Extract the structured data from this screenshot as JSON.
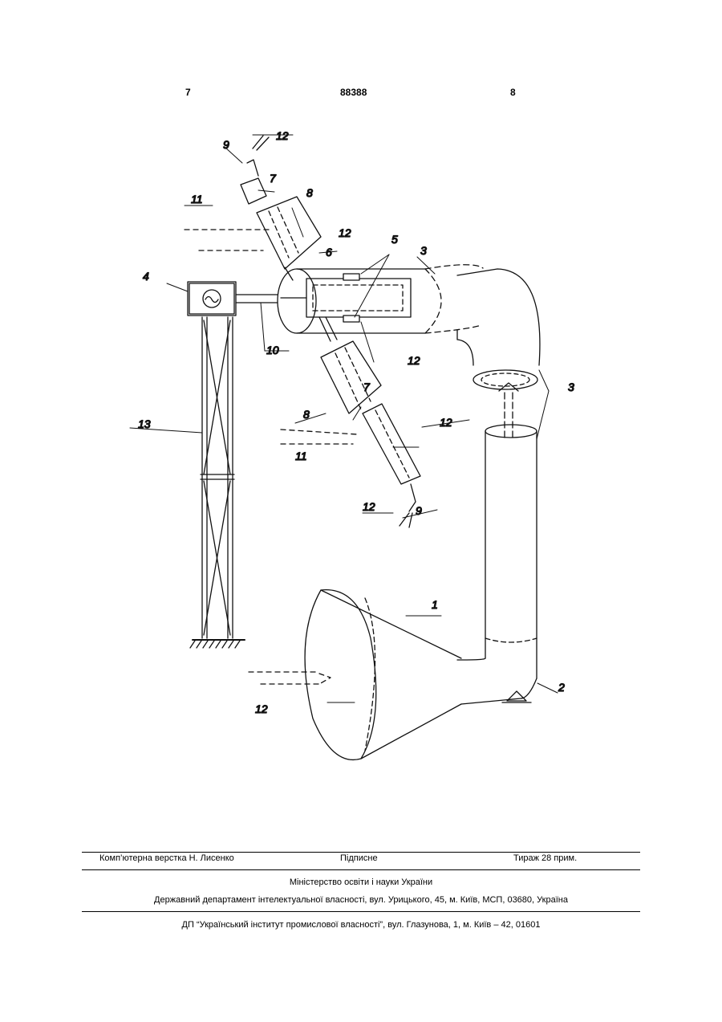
{
  "header": {
    "page_left": "7",
    "patent_number": "88388",
    "page_right": "8"
  },
  "figure": {
    "labels": {
      "l1": "1",
      "l2": "2",
      "l3a": "3",
      "l3b": "3",
      "l4": "4",
      "l5": "5",
      "l6": "6",
      "l7a": "7",
      "l7b": "7",
      "l8a": "8",
      "l8b": "8",
      "l9a": "9",
      "l9b": "9",
      "l10": "10",
      "l11a": "11",
      "l11b": "11",
      "l12a": "12",
      "l12b": "12",
      "l12c": "12",
      "l12d": "12",
      "l12e": "12",
      "l12f": "12",
      "l13": "13"
    }
  },
  "footer": {
    "layout_credit": "Комп’ютерна верстка Н. Лисенко",
    "signed": "Підписне",
    "circulation": "Тираж 28 прим.",
    "ministry": "Міністерство освіти і науки України",
    "department": "Державний департамент інтелектуальної власності, вул. Урицького, 45, м. Київ, МСП, 03680, Україна",
    "publisher": "ДП “Український інститут промислової власності”, вул. Глазунова, 1, м. Київ – 42, 01601"
  }
}
